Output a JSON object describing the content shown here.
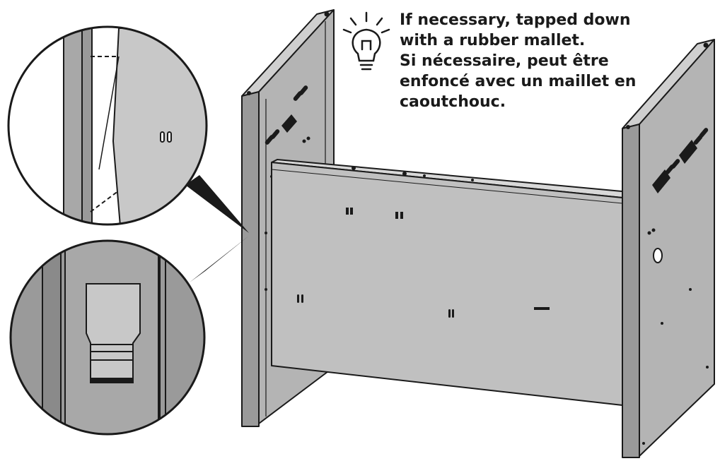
{
  "tip": {
    "icon": "lightbulb-icon",
    "english": [
      "If necessary, tapped down",
      "with a rubber mallet."
    ],
    "french": [
      "Si nécessaire, peut être",
      "enfoncé avec un maillet en",
      "caoutchouc."
    ]
  },
  "colors": {
    "panel": "#b4b4b4",
    "panel_dark": "#8a8a8a",
    "edge": "#1a1a1a",
    "inset": "#cfcfcf",
    "background": "#ffffff"
  }
}
